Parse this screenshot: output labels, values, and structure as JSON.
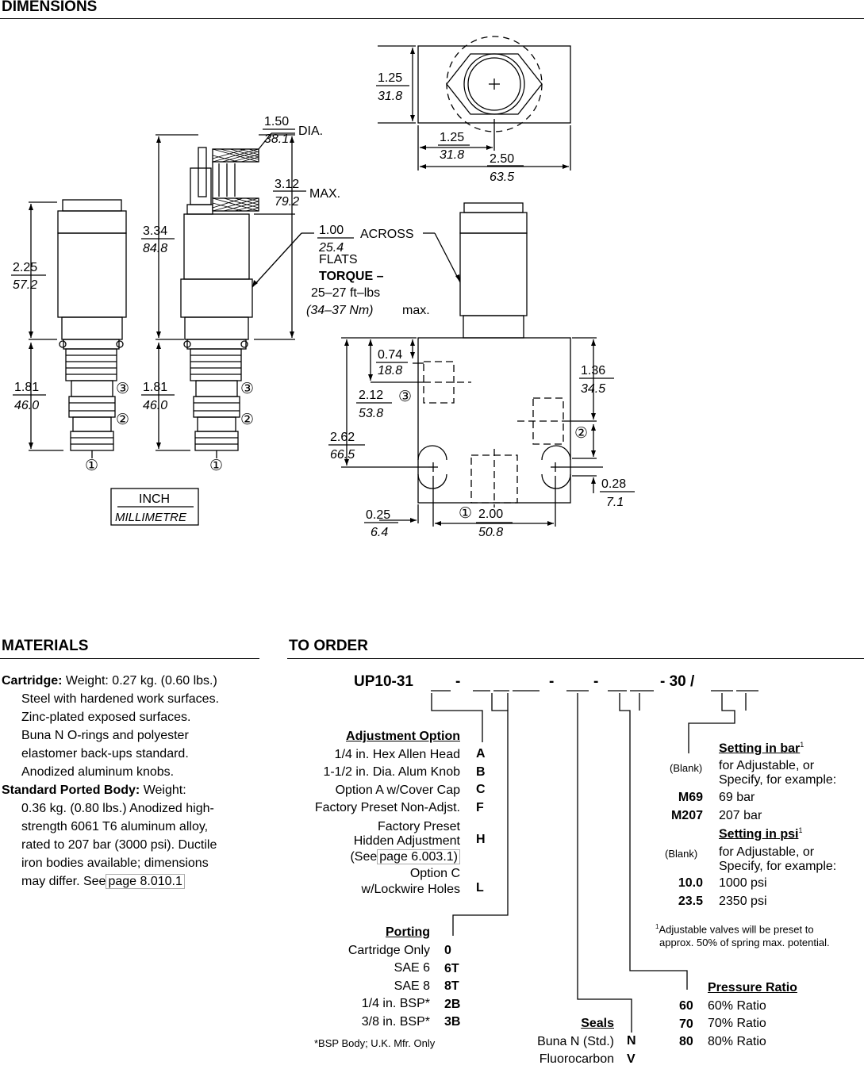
{
  "dimensions": {
    "title": "DIMENSIONS",
    "labels": {
      "flat_inch": "1.25",
      "flat_mm": "31.8",
      "v125_inch": "1.25",
      "v125_mm": "31.8",
      "w250_inch": "2.50",
      "w250_mm": "63.5",
      "dia_inch": "1.50",
      "dia_mm": "38.1",
      "dia_suffix": "DIA.",
      "max_inch": "3.12",
      "max_mm": "79.2",
      "max_suffix": "MAX.",
      "h334_inch": "3.34",
      "h334_mm": "84.8",
      "h225_inch": "2.25",
      "h225_mm": "57.2",
      "across_inch": "1.00",
      "across_mm": "25.4",
      "across_word": "ACROSS",
      "flats_word": "FLATS",
      "torque_1": "TORQUE –",
      "torque_2": "25–27 ft–lbs",
      "torque_3": "(34–37 Nm)",
      "torque_4": "max.",
      "l181a_inch": "1.81",
      "l181a_mm": "46.0",
      "l181b_inch": "1.81",
      "l181b_mm": "46.0",
      "h074_inch": "0.74",
      "h074_mm": "18.8",
      "h212_inch": "2.12",
      "h212_mm": "53.8",
      "h262_inch": "2.62",
      "h262_mm": "66.5",
      "h136_inch": "1.36",
      "h136_mm": "34.5",
      "h028_inch": "0.28",
      "h028_mm": "7.1",
      "w025_inch": "0.25",
      "w025_mm": "6.4",
      "w200_inch": "2.00",
      "w200_mm": "50.8",
      "port1": "①",
      "port2": "②",
      "port3": "③",
      "legend_inch": "INCH",
      "legend_mm": "MILLIMETRE"
    }
  },
  "materials": {
    "title": "MATERIALS",
    "cartridge_label": "Cartridge:",
    "cartridge_first": "Weight: 0.27 kg. (0.60 lbs.)",
    "cartridge_lines": [
      "Steel with hardened work surfaces.",
      "Zinc-plated exposed surfaces.",
      "Buna N O-rings and polyester",
      "elastomer back-ups standard.",
      "Anodized aluminum knobs."
    ],
    "body_label": "Standard Ported Body:",
    "body_first": "Weight:",
    "body_lines": [
      "0.36 kg. (0.80 lbs.) Anodized high-",
      "strength 6061 T6 aluminum alloy,",
      "rated to 207 bar (3000 psi). Ductile",
      "iron bodies available; dimensions"
    ],
    "body_last_prefix": "may differ. See",
    "body_link": "page 8.010.1"
  },
  "order": {
    "title": "TO ORDER",
    "model_prefix": "UP10-31",
    "model_suffix": "- 30 /",
    "adjustment": {
      "heading": "Adjustment Option",
      "items": [
        {
          "label": "1/4 in. Hex Allen Head",
          "code": "A"
        },
        {
          "label": "1-1/2 in. Dia. Alum Knob",
          "code": "B"
        },
        {
          "label": "Option A w/Cover Cap",
          "code": "C"
        },
        {
          "label": "Factory Preset Non-Adjst.",
          "code": "F"
        }
      ],
      "h_line1": "Factory Preset",
      "h_line2": "Hidden Adjustment",
      "h_code": "H",
      "h_line3_prefix": "(See",
      "h_link": "page 6.003.1",
      "h_line3_suffix": ")",
      "l_line1": "Option C",
      "l_line2": "w/Lockwire Holes",
      "l_code": "L"
    },
    "porting": {
      "heading": "Porting",
      "items": [
        {
          "label": "Cartridge Only",
          "code": "0"
        },
        {
          "label": "SAE 6",
          "code": "6T"
        },
        {
          "label": "SAE 8",
          "code": "8T"
        },
        {
          "label": "1/4 in. BSP*",
          "code": "2B"
        },
        {
          "label": "3/8 in. BSP*",
          "code": "3B"
        }
      ],
      "note": "*BSP Body; U.K. Mfr. Only"
    },
    "seals": {
      "heading": "Seals",
      "items": [
        {
          "label": "Buna N (Std.)",
          "code": "N"
        },
        {
          "label": "Fluorocarbon",
          "code": "V"
        }
      ]
    },
    "pressure_ratio": {
      "heading": "Pressure Ratio",
      "items": [
        {
          "code": "60",
          "label": "60% Ratio"
        },
        {
          "code": "70",
          "label": "70% Ratio"
        },
        {
          "code": "80",
          "label": "80% Ratio"
        }
      ]
    },
    "setting_bar": {
      "heading": "Setting in bar",
      "marker": "1",
      "blank": "(Blank)",
      "blank_desc1": "for Adjustable, or",
      "blank_desc2": "Specify, for example:",
      "items": [
        {
          "code": "M69",
          "label": "69 bar"
        },
        {
          "code": "M207",
          "label": "207 bar"
        }
      ]
    },
    "setting_psi": {
      "heading": "Setting in psi",
      "marker": "1",
      "blank": "(Blank)",
      "blank_desc1": "for Adjustable, or",
      "blank_desc2": "Specify, for example:",
      "items": [
        {
          "code": "10.0",
          "label": "1000 psi"
        },
        {
          "code": "23.5",
          "label": "2350 psi"
        }
      ]
    },
    "footnote_marker": "1",
    "footnote_1": "Adjustable valves will be preset to",
    "footnote_2": "approx. 50% of spring max. potential."
  }
}
